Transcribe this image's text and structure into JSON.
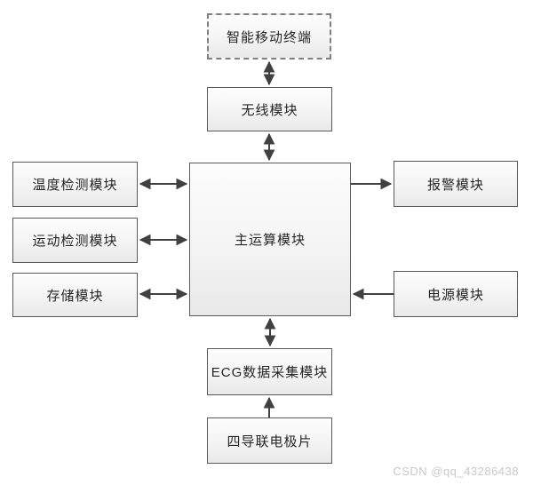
{
  "diagram": {
    "nodes": {
      "smart_terminal": {
        "label": "智能移动终端",
        "style": "dashed"
      },
      "wireless": {
        "label": "无线模块",
        "style": "solid"
      },
      "main": {
        "label": "主运算模块",
        "style": "solid"
      },
      "temperature": {
        "label": "温度检测模块",
        "style": "solid"
      },
      "motion": {
        "label": "运动检测模块",
        "style": "solid"
      },
      "storage": {
        "label": "存储模块",
        "style": "solid"
      },
      "alarm": {
        "label": "报警模块",
        "style": "solid"
      },
      "power": {
        "label": "电源模块",
        "style": "solid"
      },
      "ecg": {
        "label": "ECG数据采集模块",
        "style": "solid"
      },
      "electrodes": {
        "label": "四导联电极片",
        "style": "solid"
      }
    },
    "edges": [
      {
        "from": "智能移动终端",
        "to": "无线模块",
        "direction": "bidirectional"
      },
      {
        "from": "无线模块",
        "to": "主运算模块",
        "direction": "bidirectional"
      },
      {
        "from": "温度检测模块",
        "to": "主运算模块",
        "direction": "bidirectional"
      },
      {
        "from": "运动检测模块",
        "to": "主运算模块",
        "direction": "bidirectional"
      },
      {
        "from": "存储模块",
        "to": "主运算模块",
        "direction": "bidirectional"
      },
      {
        "from": "主运算模块",
        "to": "报警模块",
        "direction": "forward"
      },
      {
        "from": "电源模块",
        "to": "主运算模块",
        "direction": "forward"
      },
      {
        "from": "主运算模块",
        "to": "ECG数据采集模块",
        "direction": "bidirectional"
      },
      {
        "from": "四导联电极片",
        "to": "ECG数据采集模块",
        "direction": "forward"
      }
    ],
    "colors": {
      "node_border": "#595959",
      "node_fill_top": "#fdfdfd",
      "node_fill_bottom": "#e9e9e9",
      "arrow": "#404040",
      "text": "#262626",
      "watermark": "#c9c9c9",
      "background": "#ffffff"
    }
  },
  "watermark": {
    "text": "CSDN @qq_43286438"
  }
}
